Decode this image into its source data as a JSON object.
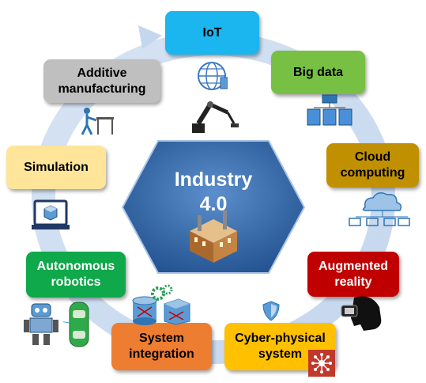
{
  "center": {
    "title": "Industry\n4.0"
  },
  "nodes": {
    "iot": {
      "label": "IoT",
      "color": "#1bb5f0"
    },
    "big_data": {
      "label": "Big data",
      "color": "#77c043"
    },
    "cloud": {
      "label": "Cloud\ncomputing",
      "color": "#c09000"
    },
    "ar": {
      "label": "Augmented\nreality",
      "color": "#c00000"
    },
    "cps": {
      "label": "Cyber-physical\nsystem",
      "color": "#ffc000"
    },
    "si": {
      "label": "System\nintegration",
      "color": "#ed7d31"
    },
    "robotics": {
      "label": "Autonomous\nrobotics",
      "color": "#0fa84b"
    },
    "simulation": {
      "label": "Simulation",
      "color": "#ffe599"
    },
    "additive": {
      "label": "Additive\nmanufacturing",
      "color": "#bfbfbf"
    }
  },
  "icons": [
    "globe-icon",
    "robot-arm-icon",
    "database-stack-icon",
    "cloud-network-icon",
    "vr-headset-icon",
    "shield-icon",
    "network-node-icon",
    "database-cylinder-icon",
    "gears-icon",
    "robot-icon",
    "car-icon",
    "3d-printer-icon",
    "laptop-cube-icon",
    "factory-icon"
  ]
}
